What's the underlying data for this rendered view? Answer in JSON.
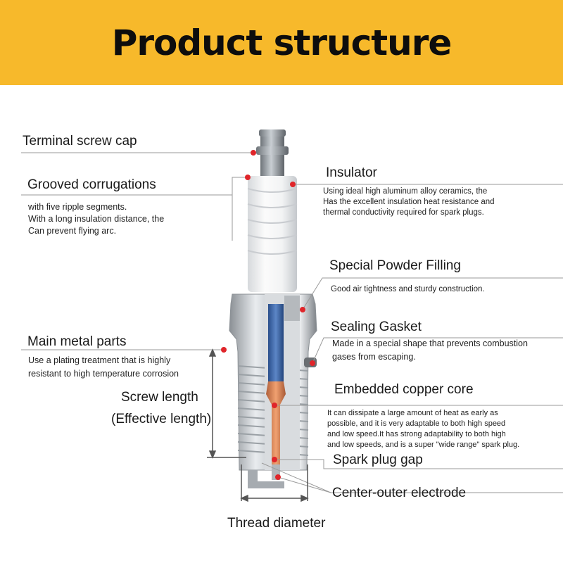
{
  "title": "Product structure",
  "colors": {
    "banner": "#f7b92b",
    "marker": "#e0252a",
    "leader": "#9a9a9a"
  },
  "parts": {
    "terminal": {
      "label": "Terminal screw cap"
    },
    "grooved": {
      "label": "Grooved corrugations",
      "desc": [
        "with five ripple segments.",
        "With a long insulation distance, the",
        "Can prevent flying arc."
      ]
    },
    "insulator": {
      "label": "Insulator",
      "desc": [
        "Using ideal high aluminum alloy ceramics, the",
        "Has the excellent insulation heat resistance and",
        "thermal conductivity required for spark plugs."
      ]
    },
    "powder": {
      "label": "Special Powder Filling",
      "desc": [
        "Good air tightness and sturdy construction."
      ]
    },
    "gasket": {
      "label": "Sealing Gasket",
      "desc": [
        "Made in a special shape that prevents combustion",
        "gases from escaping."
      ]
    },
    "metal": {
      "label": "Main metal parts",
      "desc": [
        "Use a plating treatment that is highly",
        "resistant to high temperature corrosion"
      ]
    },
    "copper": {
      "label": "Embedded copper core",
      "desc": [
        "It can dissipate a large amount of heat as early as",
        "possible, and it is very adaptable to both high speed",
        "and low speed.It has strong adaptability to both high",
        "and low speeds, and is a super \"wide range\" spark plug."
      ]
    },
    "screw": {
      "label_line1": "Screw length",
      "label_line2": "(Effective length)"
    },
    "gap": {
      "label": "Spark plug gap"
    },
    "electrode": {
      "label": "Center-outer electrode"
    },
    "thread": {
      "label": "Thread diameter"
    }
  }
}
